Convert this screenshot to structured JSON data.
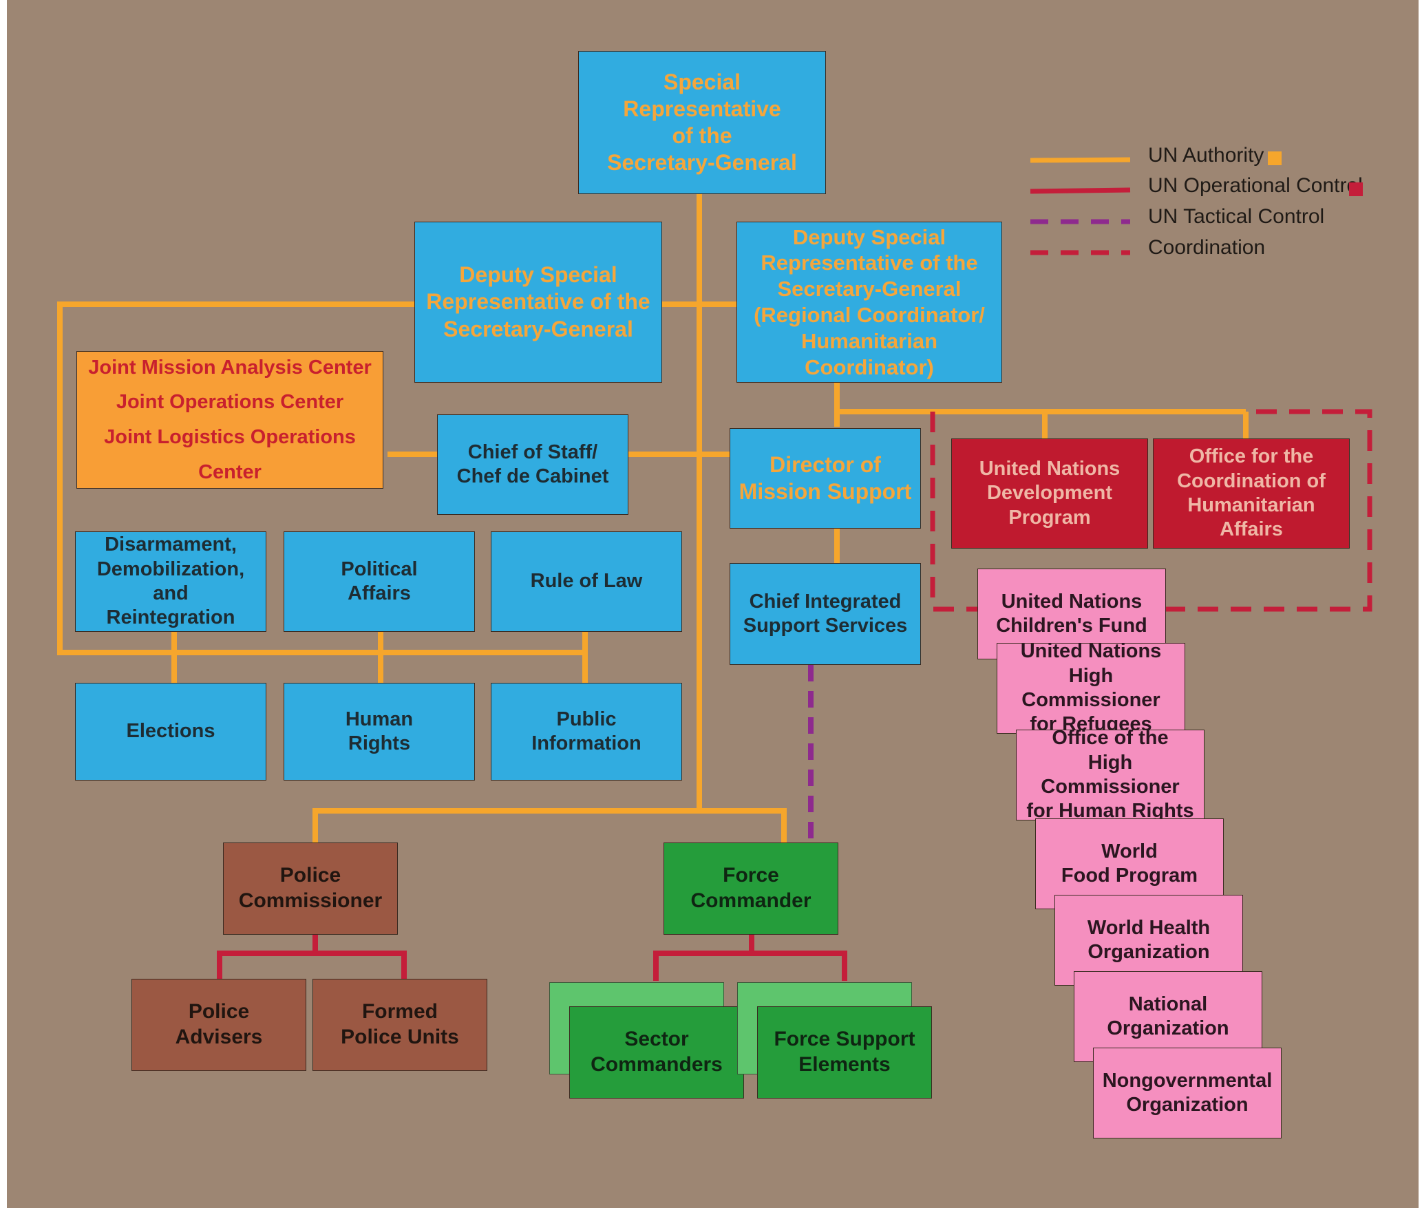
{
  "legend": [
    {
      "label": "UN Authority",
      "color": "#f6a62c",
      "style": "solid",
      "marker": "#f6a62c"
    },
    {
      "label": "UN Operational Control",
      "color": "#c41e3a",
      "style": "solid",
      "marker": "#c41e3a"
    },
    {
      "label": "UN Tactical Control",
      "color": "#8e2a8e",
      "style": "dashed",
      "marker": null
    },
    {
      "label": "Coordination",
      "color": "#c41e3a",
      "style": "dashed",
      "marker": null
    }
  ],
  "nodes": {
    "srsg": "Special\nRepresentative\nof the\nSecretary-General",
    "dsrsg": "Deputy Special\nRepresentative of the\nSecretary-General",
    "dsrsg_rc": "Deputy Special\nRepresentative of the\nSecretary-General\n(Regional Coordinator/\nHumanitarian Coordinator)",
    "joint_centers": "Joint Mission Analysis Center\nJoint Operations Center\nJoint Logistics Operations Center",
    "chief_of_staff": "Chief of Staff/\nChef de Cabinet",
    "director_mission_support": "Director of\nMission Support",
    "undp": "United Nations\nDevelopment\nProgram",
    "ocha": "Office for the\nCoordination of\nHumanitarian Affairs",
    "ddr": "Disarmament,\nDemobilization, and\nReintegration",
    "political_affairs": "Political\nAffairs",
    "rule_of_law": "Rule of Law",
    "chief_integrated_support": "Chief Integrated\nSupport Services",
    "elections": "Elections",
    "human_rights": "Human\nRights",
    "public_information": "Public\nInformation",
    "police_commissioner": "Police\nCommissioner",
    "force_commander": "Force\nCommander",
    "police_advisers": "Police\nAdvisers",
    "formed_police_units": "Formed\nPolice Units",
    "sector_commanders": "Sector\nCommanders",
    "force_support_elements": "Force Support\nElements",
    "unicef": "United Nations\nChildren's Fund",
    "unhcr": "United Nations\nHigh Commissioner\nfor Refugees",
    "ohchr": "Office of the\nHigh Commissioner\nfor Human Rights",
    "wfp": "World\nFood Program",
    "who": "World Health\nOrganization",
    "national_org": "National\nOrganization",
    "ngo": "Nongovernmental\nOrganization"
  },
  "colors": {
    "background": "#9d8673",
    "mission_box": "#31ace0",
    "authority_line": "#f6a62c",
    "operational_line": "#c41e3a",
    "tactical_line": "#8e2a8e",
    "agency_red": "#bf1a2f",
    "agency_pink": "#f58fbf",
    "police": "#9b5843",
    "military": "#259d3b"
  }
}
